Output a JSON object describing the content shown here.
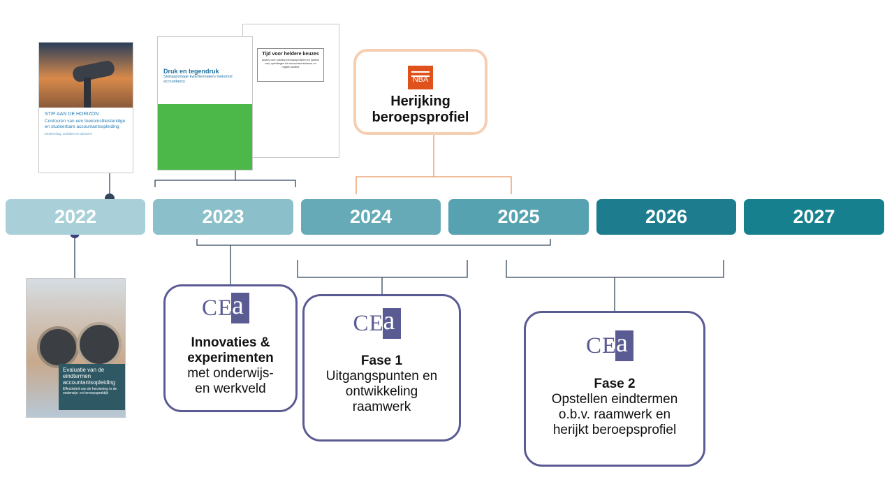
{
  "timeline": {
    "years": [
      {
        "label": "2022",
        "color": "#a9d0d8"
      },
      {
        "label": "2023",
        "color": "#8bbfc9"
      },
      {
        "label": "2024",
        "color": "#66aab7"
      },
      {
        "label": "2025",
        "color": "#56a2b0"
      },
      {
        "label": "2026",
        "color": "#1d7d8f"
      },
      {
        "label": "2027",
        "color": "#16808f"
      }
    ]
  },
  "documents": {
    "doc2022_top": {
      "title": "STIP AAN DE HORIZON",
      "subtitle": "Contouren van een toekomstbestendige en studeerbare accountantsopleiding",
      "note": "Eindverslag, ambities en adviezen"
    },
    "doc2022_bottom": {
      "title": "Evaluatie van de eindtermen accountantsopleiding",
      "subtitle": "Effectiviteit van de herziening in de onderwijs- en beroepspraktijk"
    },
    "doc2023_green": {
      "title": "Druk en tegendruk",
      "subtitle": "Slotrapportage kwartiermakers toekomst accountancy"
    },
    "doc2023_white": {
      "title": "Tijd voor heldere keuzes",
      "subtitle": "Advies over ontwerp beroepsprofielen en (stelsel van) opleidingen tot accountant adviseur en register auditor"
    }
  },
  "nba_box": {
    "logo_text": "NBA",
    "title_line1": "Herijking",
    "title_line2": "beroepsprofiel",
    "border_color": "#f6cfb3",
    "line_color": "#e8955e"
  },
  "cea_logo": {
    "ce": "CE",
    "a": "a",
    "color": "#5b5b94"
  },
  "boxes": {
    "innovaties": {
      "line1": "Innovaties &",
      "line2": "experimenten",
      "line3": "met onderwijs-",
      "line4": "en werkveld"
    },
    "fase1": {
      "title": "Fase 1",
      "line1": "Uitgangspunten en",
      "line2": "ontwikkeling",
      "line3": "raamwerk"
    },
    "fase2": {
      "title": "Fase 2",
      "line1": "Opstellen eindtermen",
      "line2": "o.b.v. raamwerk en",
      "line3": "herijkt beroepsprofiel"
    }
  }
}
